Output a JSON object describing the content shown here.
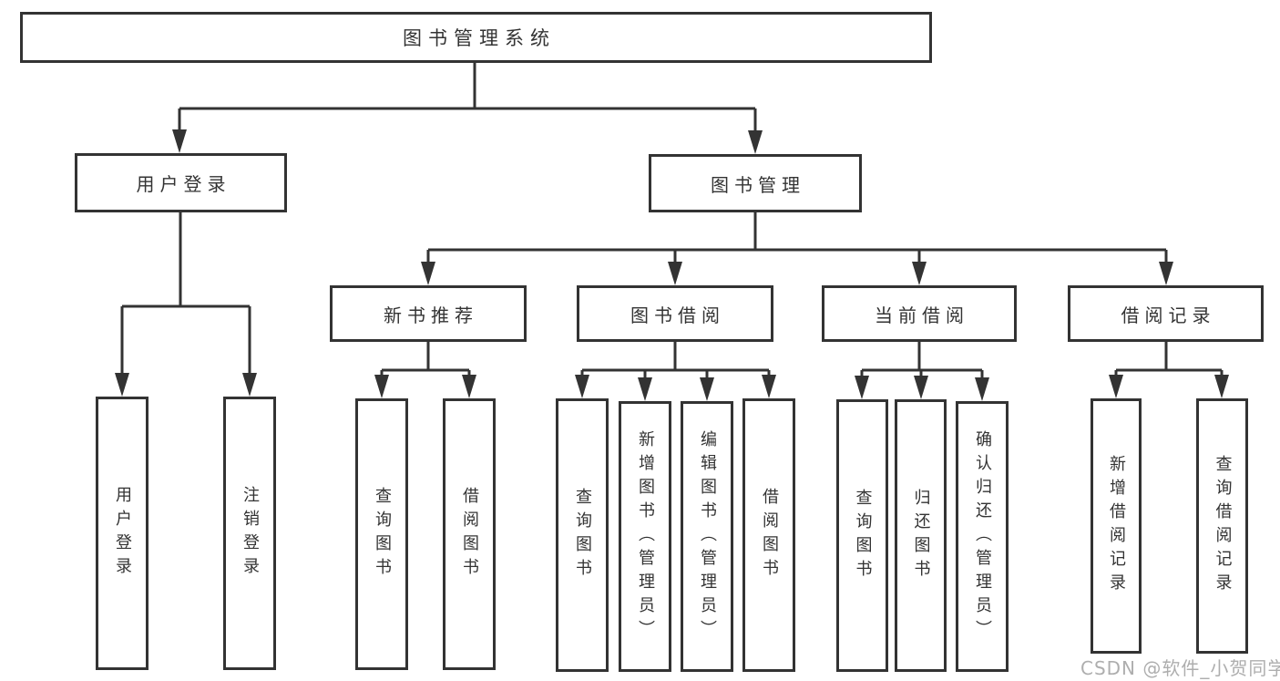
{
  "colors": {
    "line": "#333333",
    "text": "#333333",
    "background": "#ffffff",
    "watermark": "#a5a5a5"
  },
  "watermark": {
    "text": "CSDN @软件_小贺同学"
  },
  "tree": {
    "root": {
      "label": "图书管理系统"
    },
    "branches": [
      {
        "label": "用户登录",
        "children": [
          {
            "label": "用户登录"
          },
          {
            "label": "注销登录"
          }
        ]
      },
      {
        "label": "图书管理",
        "children": [
          {
            "label": "新书推荐",
            "children": [
              {
                "label": "查询图书"
              },
              {
                "label": "借阅图书"
              }
            ]
          },
          {
            "label": "图书借阅",
            "children": [
              {
                "label": "查询图书"
              },
              {
                "label": "新增图书（管理员）"
              },
              {
                "label": "编辑图书（管理员）"
              },
              {
                "label": "借阅图书"
              }
            ]
          },
          {
            "label": "当前借阅",
            "children": [
              {
                "label": "查询图书"
              },
              {
                "label": "归还图书"
              },
              {
                "label": "确认归还（管理员）"
              }
            ]
          },
          {
            "label": "借阅记录",
            "children": [
              {
                "label": "新增借阅记录"
              },
              {
                "label": "查询借阅记录"
              }
            ]
          }
        ]
      }
    ]
  }
}
